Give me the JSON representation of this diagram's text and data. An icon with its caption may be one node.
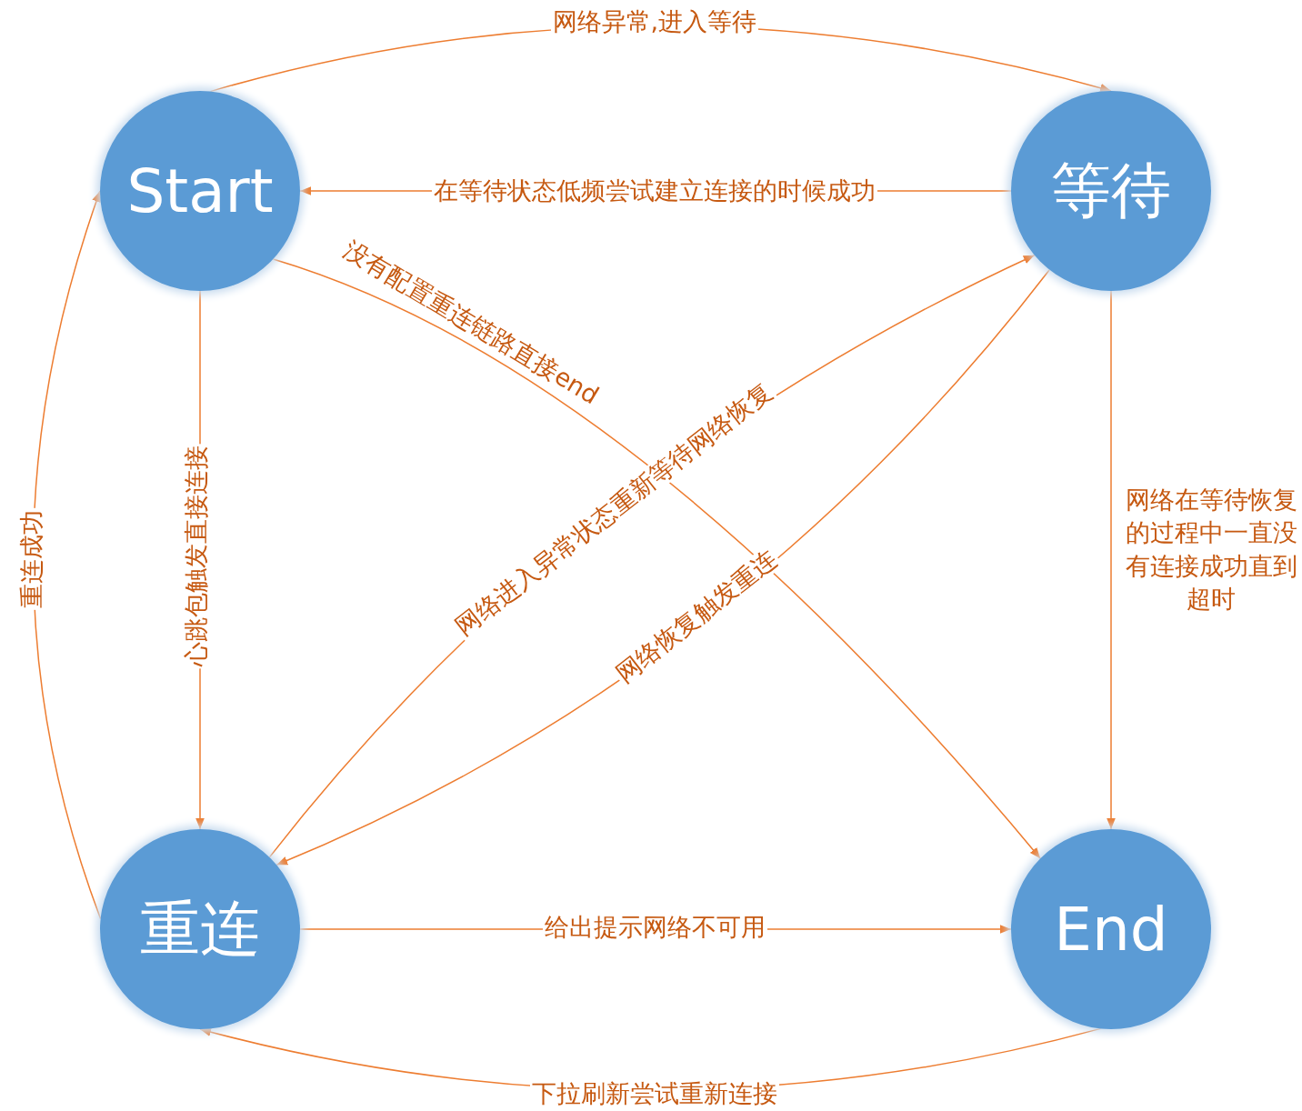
{
  "diagram": {
    "nodes": [
      {
        "text": [
          "Start"
        ]
      },
      {
        "text": [
          "等待"
        ]
      },
      {
        "text": [
          "重连"
        ]
      },
      {
        "text": [
          "End"
        ]
      }
    ],
    "edges": [
      {
        "from": 0,
        "to": 1,
        "arrow": "to",
        "label": "网络异常,进入等待"
      },
      {
        "from": 1,
        "to": 0,
        "arrow": "to",
        "label": "在等待状态低频尝试建立连接的时候成功"
      },
      {
        "from": 0,
        "to": 3,
        "arrow": "to",
        "label": "没有配置重连链路直接end"
      },
      {
        "from": 2,
        "to": 1,
        "arrow": "to",
        "label": "网络进入异常状态重新等待网络恢复"
      },
      {
        "from": 1,
        "to": 2,
        "arrow": "to",
        "label": "网络恢复触发重连"
      },
      {
        "from": 1,
        "to": 3,
        "arrow": "to",
        "label": "网络在等待恢复的过程中一直没有连接成功直到超时"
      },
      {
        "from": 0,
        "to": 2,
        "arrow": "to",
        "label": "心跳包触发直接连接"
      },
      {
        "from": 2,
        "to": 0,
        "arrow": "to",
        "label": "重连成功"
      },
      {
        "from": 2,
        "to": 3,
        "arrow": "to",
        "label": "给出提示网络不可用"
      },
      {
        "from": 3,
        "to": 2,
        "arrow": "to",
        "label": "下拉刷新尝试重新连接"
      }
    ]
  }
}
